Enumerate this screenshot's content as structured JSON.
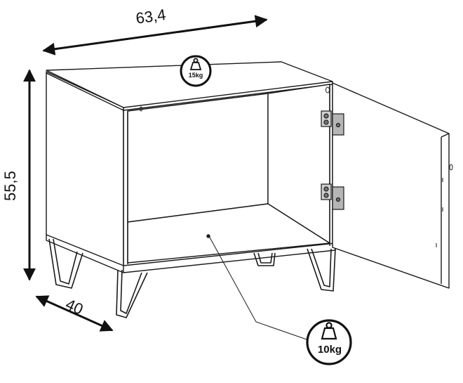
{
  "dimensions": {
    "width": "63,4",
    "height": "55,5",
    "depth": "40"
  },
  "load_ratings": {
    "top": "15kg",
    "shelf": "10kg"
  },
  "colors": {
    "line": "#1a1a1a",
    "fill": "#ffffff",
    "hinge": "#9a9a9a"
  },
  "icons": {
    "load": "weight-icon",
    "arrow": "double-arrow-icon"
  }
}
